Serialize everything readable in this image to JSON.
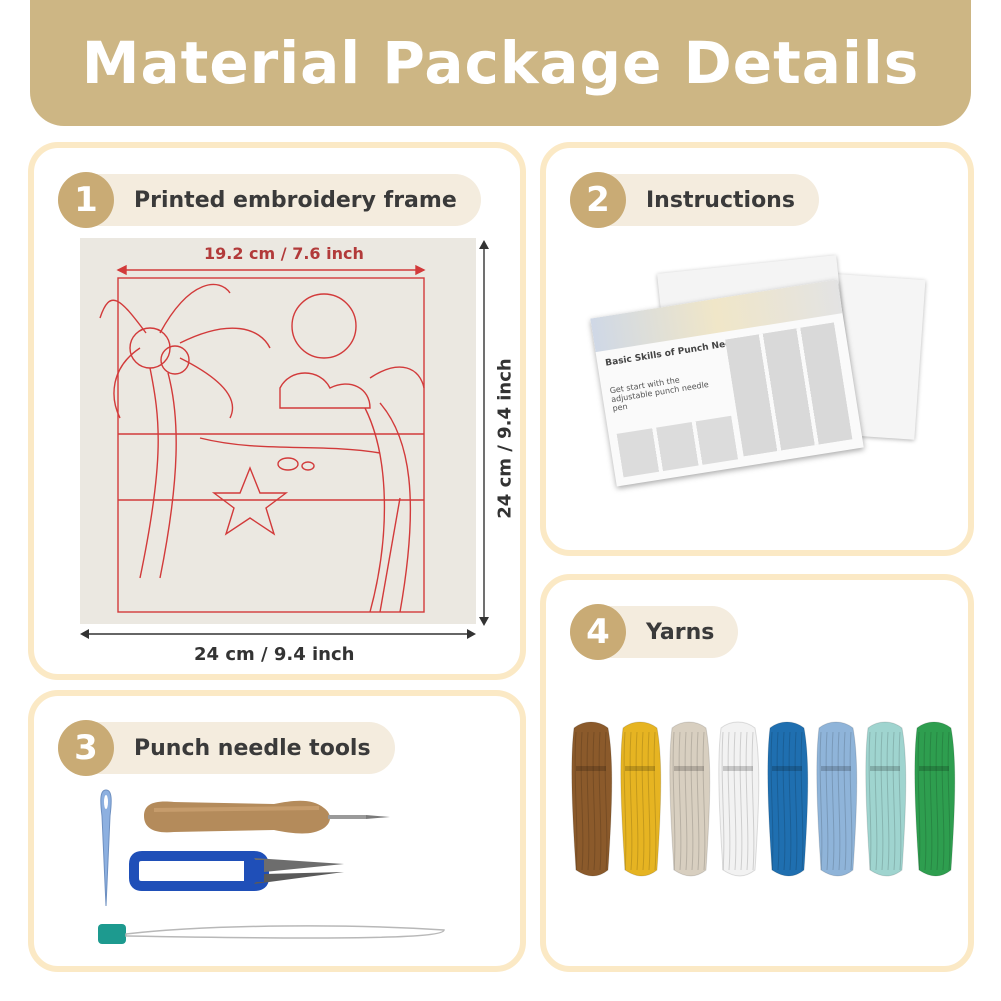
{
  "banner": {
    "title": "Material Package Details"
  },
  "cards": [
    {
      "number": "1",
      "label": "Printed embroidery frame"
    },
    {
      "number": "2",
      "label": "Instructions"
    },
    {
      "number": "3",
      "label": "Punch needle tools"
    },
    {
      "number": "4",
      "label": "Yarns"
    }
  ],
  "frame": {
    "inner_width_label": "19.2 cm / 7.6 inch",
    "height_label": "24 cm / 9.4 inch",
    "width_label": "24 cm / 9.4 inch"
  },
  "instructions": {
    "sheet_heading": "Basic Skills of Punch Needle",
    "sheet_subheading": "Get start with the adjustable punch needle pen"
  },
  "yarns": {
    "colors": [
      "#8b5a2b",
      "#e6b422",
      "#d8cfc0",
      "#f2f2f2",
      "#1f6fb0",
      "#8fb4d9",
      "#9fd4cf",
      "#2e9e4f"
    ]
  }
}
